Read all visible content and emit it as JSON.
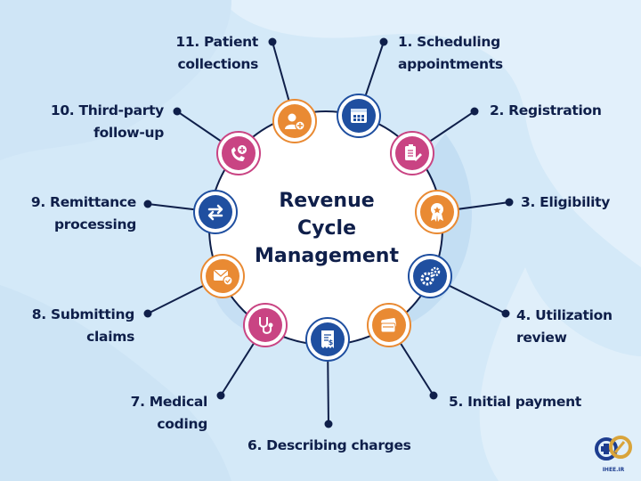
{
  "title": {
    "line1": "Revenue",
    "line2": "Cycle",
    "line3": "Management"
  },
  "colors": {
    "background": "#d4e9f8",
    "navy": "#1f4fa0",
    "pink": "#c94483",
    "orange": "#e98a33",
    "text": "#0f1f4a",
    "line": "#0f1f4a"
  },
  "steps": [
    {
      "number": "1.",
      "line1": "Scheduling",
      "line2": "appointments",
      "icon": "calendar-icon",
      "color": "navy"
    },
    {
      "number": "2.",
      "line1": "Registration",
      "line2": "",
      "icon": "clipboard-edit-icon",
      "color": "pink"
    },
    {
      "number": "3.",
      "line1": "Eligibility",
      "line2": "",
      "icon": "award-ribbon-icon",
      "color": "orange"
    },
    {
      "number": "4.",
      "line1": "Utilization",
      "line2": "review",
      "icon": "gears-icon",
      "color": "navy"
    },
    {
      "number": "5.",
      "line1": "Initial payment",
      "line2": "",
      "icon": "credit-cards-icon",
      "color": "orange"
    },
    {
      "number": "6.",
      "line1": "Describing charges",
      "line2": "",
      "icon": "receipt-dollar-icon",
      "color": "navy"
    },
    {
      "number": "7.",
      "line1": "Medical",
      "line2": "coding",
      "icon": "stethoscope-icon",
      "color": "pink"
    },
    {
      "number": "8.",
      "line1": "Submitting",
      "line2": "claims",
      "icon": "envelope-check-icon",
      "color": "orange"
    },
    {
      "number": "9.",
      "line1": "Remittance",
      "line2": "processing",
      "icon": "swap-arrows-icon",
      "color": "navy"
    },
    {
      "number": "10.",
      "line1": "Third-party",
      "line2": "follow-up",
      "icon": "phone-plus-icon",
      "color": "pink"
    },
    {
      "number": "11.",
      "line1": "Patient",
      "line2": "collections",
      "icon": "user-plus-icon",
      "color": "orange"
    }
  ],
  "labels": {
    "s1a": "1. Scheduling",
    "s1b": "appointments",
    "s2a": "2. Registration",
    "s3a": "3. Eligibility",
    "s4a": "4. Utilization",
    "s4b": "review",
    "s5a": "5. Initial payment",
    "s6a": "6. Describing charges",
    "s7a": "7. Medical",
    "s7b": "coding",
    "s8a": "8. Submitting",
    "s8b": "claims",
    "s9a": "9. Remittance",
    "s9b": "processing",
    "s10a": "10. Third-party",
    "s10b": "follow-up",
    "s11a": "11. Patient",
    "s11b": "collections"
  },
  "logo": {
    "text": "IHEE.IR"
  }
}
